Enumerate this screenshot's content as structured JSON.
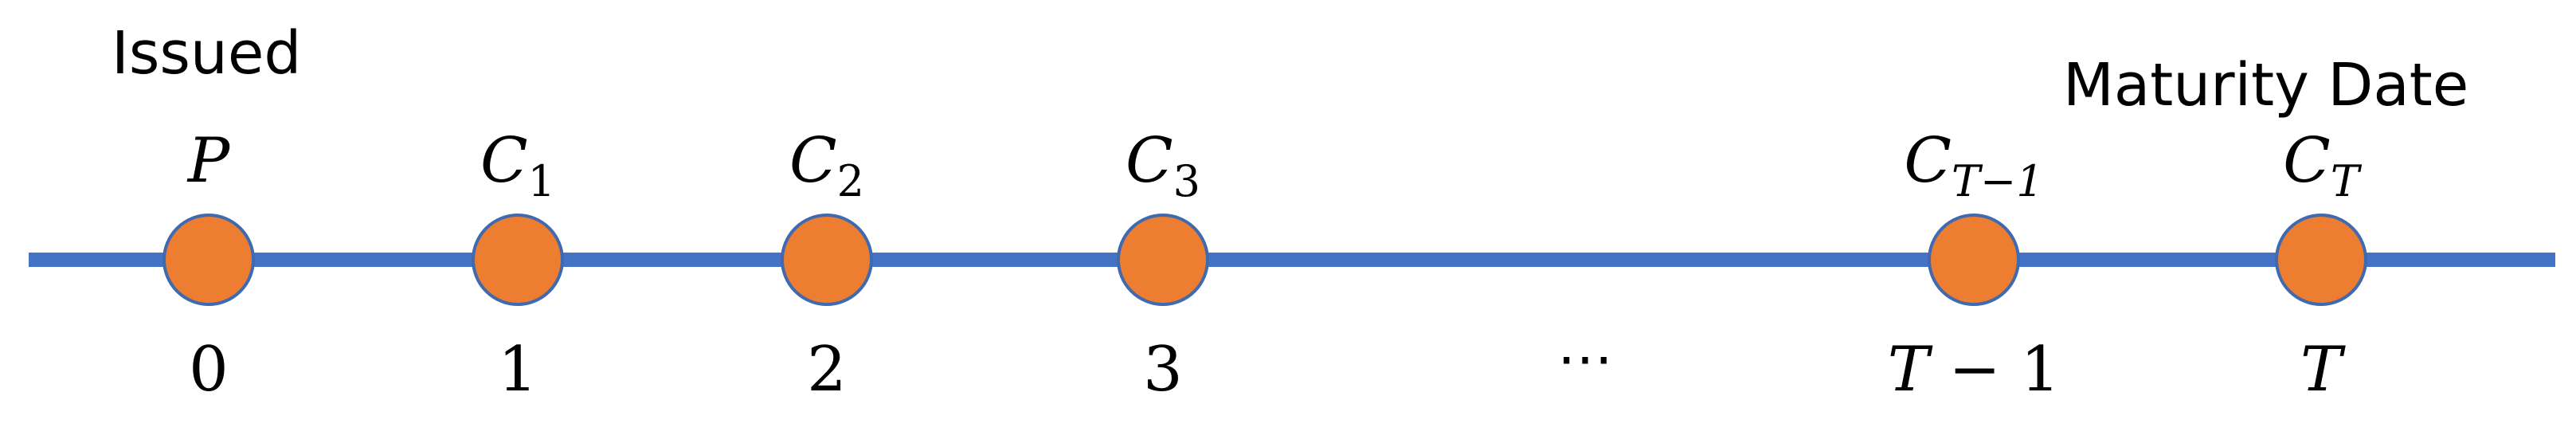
{
  "colors": {
    "line": "#4472C4",
    "node_fill": "#ED7D31",
    "node_stroke": "#3F6AB0",
    "text": "#000000"
  },
  "header": {
    "issued_label": "Issued",
    "maturity_label": "Maturity Date"
  },
  "nodes": [
    {
      "top_label": "P",
      "top_sub": "",
      "bottom_label": "0"
    },
    {
      "top_label": "C",
      "top_sub": "1",
      "bottom_label": "1"
    },
    {
      "top_label": "C",
      "top_sub": "2",
      "bottom_label": "2"
    },
    {
      "top_label": "C",
      "top_sub": "3",
      "bottom_label": "3"
    },
    {
      "top_label": "C",
      "top_sub": "T−1",
      "bottom_label": "T − 1"
    },
    {
      "top_label": "C",
      "top_sub": "T",
      "bottom_label": "T"
    }
  ],
  "ellipsis": "⋯"
}
